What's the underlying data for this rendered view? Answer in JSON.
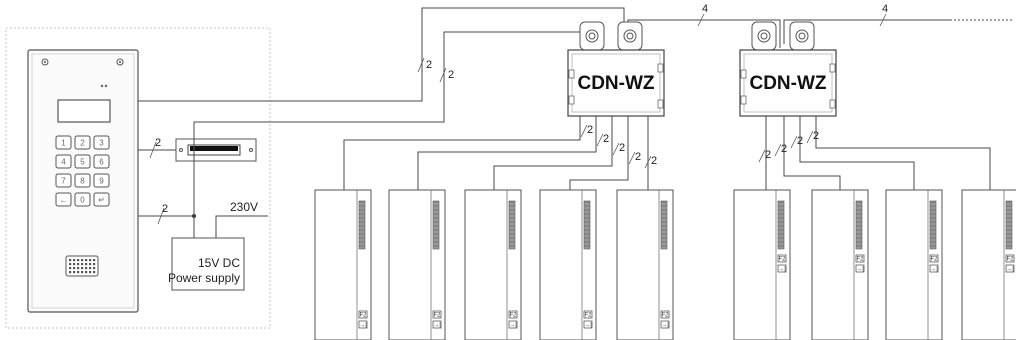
{
  "labels": {
    "distributor": "CDN-WZ",
    "power_supply_line1": "15V DC",
    "power_supply_line2": "Power supply",
    "mains": "230V",
    "wire_2": "2",
    "wire_4": "4"
  },
  "keypad": {
    "keys": [
      "1",
      "2",
      "3",
      "4",
      "5",
      "6",
      "7",
      "8",
      "9",
      "←",
      "0",
      "↵"
    ]
  },
  "handset_buttons": {
    "top": "F2",
    "bottom": "→|"
  }
}
